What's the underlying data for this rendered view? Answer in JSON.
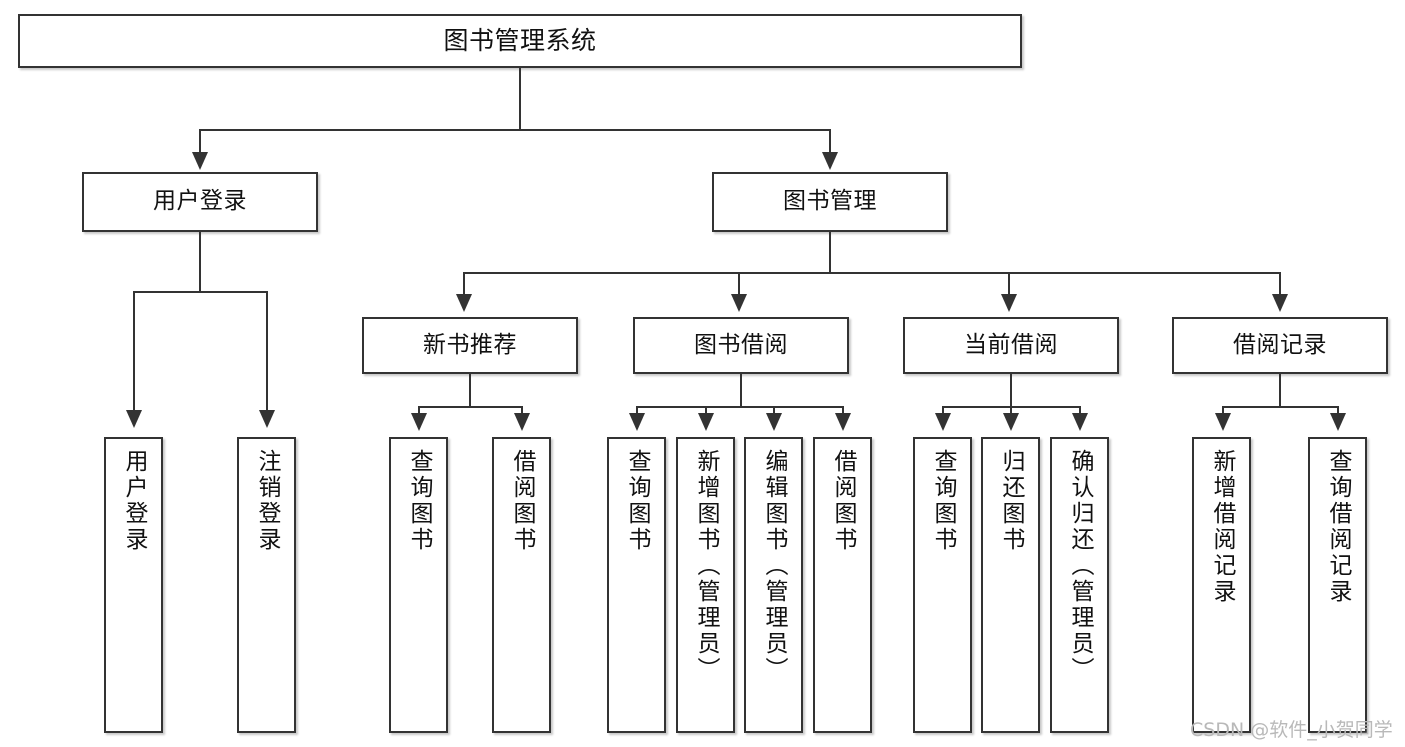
{
  "diagram": {
    "title": "图书管理系统",
    "type": "tree-hierarchy-diagram",
    "root": {
      "label": "图书管理系统"
    },
    "level1": [
      {
        "label": "用户登录"
      },
      {
        "label": "图书管理"
      }
    ],
    "level2": [
      {
        "label": "新书推荐"
      },
      {
        "label": "图书借阅"
      },
      {
        "label": "当前借阅"
      },
      {
        "label": "借阅记录"
      }
    ],
    "leaves": {
      "user_login": [
        {
          "label": "用户登录"
        },
        {
          "label": "注销登录"
        }
      ],
      "new_book_recommend": [
        {
          "label": "查询图书"
        },
        {
          "label": "借阅图书"
        }
      ],
      "book_borrow": [
        {
          "label": "查询图书"
        },
        {
          "label": "新增图书（管理员）"
        },
        {
          "label": "编辑图书（管理员）"
        },
        {
          "label": "借阅图书"
        }
      ],
      "current_borrow": [
        {
          "label": "查询图书"
        },
        {
          "label": "归还图书"
        },
        {
          "label": "确认归还（管理员）"
        }
      ],
      "borrow_record": [
        {
          "label": "新增借阅记录"
        },
        {
          "label": "查询借阅记录"
        }
      ]
    }
  },
  "watermark": {
    "text": "CSDN @软件_小贺同学"
  },
  "colors": {
    "stroke": "#333333",
    "text": "#111111",
    "background": "#ffffff",
    "watermark": "#b9b9b9"
  }
}
